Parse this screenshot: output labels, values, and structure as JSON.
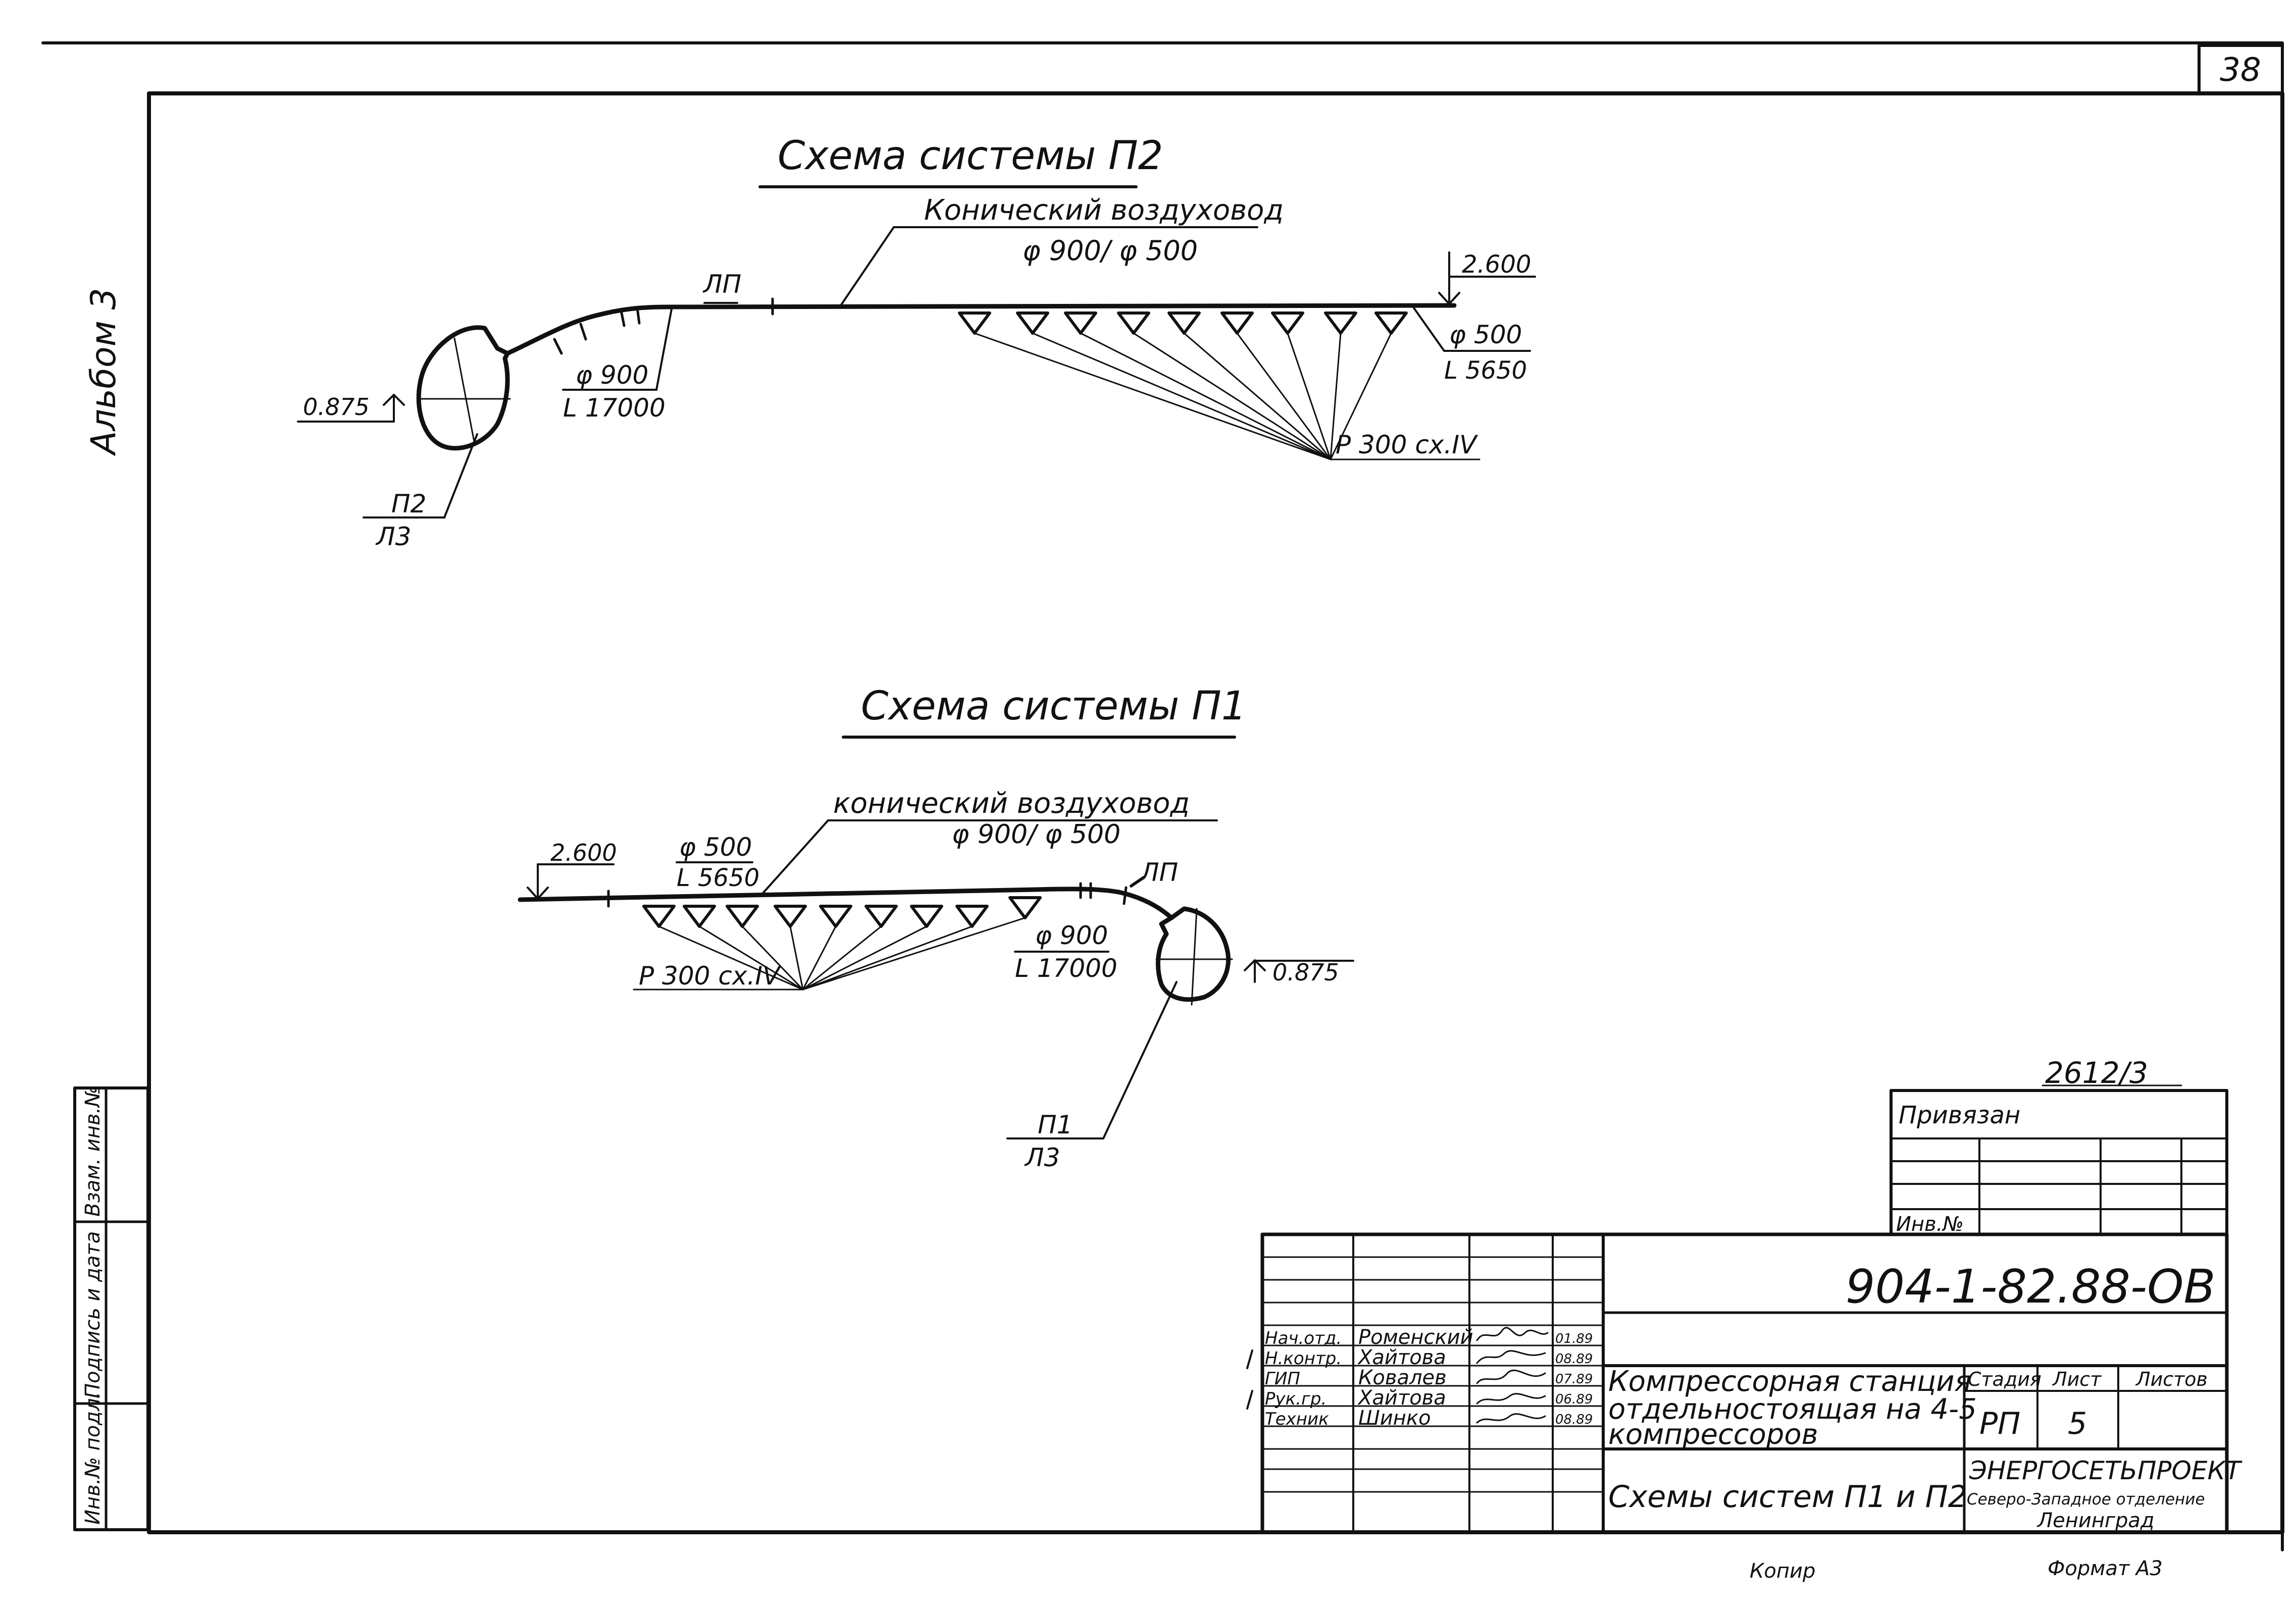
{
  "page_number": "38",
  "album_label": "Альбом 3",
  "schemes": {
    "p2": {
      "title": "Схема системы П2",
      "duct_label": "Конический воздуховод",
      "duct_sizes": "φ 900/ φ 500",
      "lp_label": "ЛП",
      "elev_top": "2.600",
      "elev_fan": "0.875",
      "end_dia": "φ 500",
      "end_len": "L 5650",
      "mid_dia": "φ 900",
      "mid_len": "L 17000",
      "diffuser_label": "Р 300 сх.IV",
      "fan_name": "П2",
      "fan_sheet": "Л3"
    },
    "p1": {
      "title": "Схема системы П1",
      "duct_label": "конический воздуховод",
      "duct_sizes": "φ 900/ φ 500",
      "lp_label": "ЛП",
      "elev_top": "2.600",
      "elev_fan": "0.875",
      "end_dia": "φ 500",
      "end_len": "L 5650",
      "mid_dia": "φ 900",
      "mid_len": "L 17000",
      "diffuser_label": "Р 300 сх.IV",
      "fan_name": "П1",
      "fan_sheet": "Л3"
    }
  },
  "side_stamp": {
    "col1": "Инв.№ подл.",
    "col2": "Подпись и дата",
    "col3": "Взам. инв.№"
  },
  "title_block": {
    "ref_number": "2612/3",
    "privyazan": "Привязан",
    "inv_no": "Инв.№",
    "doc_code": "904-1-82.88-ОВ",
    "roles": [
      {
        "role": "Нач.отд.",
        "name": "Роменский",
        "date": "01.89"
      },
      {
        "role": "Н.контр.",
        "name": "Хайтова",
        "date": "08.89"
      },
      {
        "role": "ГИП",
        "name": "Ковалев",
        "date": "07.89"
      },
      {
        "role": "Рук.гр.",
        "name": "Хайтова",
        "date": "06.89"
      },
      {
        "role": "Техник",
        "name": "Шинко",
        "date": "08.89"
      }
    ],
    "project_line1": "Компрессорная станция",
    "project_line2": "отдельностоящая на 4-5",
    "project_line3": "компрессоров",
    "sheet_title": "Схемы систем П1 и П2",
    "stage_label": "Стадия",
    "sheet_label": "Лист",
    "sheets_label": "Листов",
    "stage_value": "РП",
    "sheet_value": "5",
    "org_line1": "ЭНЕРГОСЕТЬПРОЕКТ",
    "org_line2": "Северо-Западное отделение",
    "org_line3": "Ленинград"
  },
  "footer": {
    "copied": "Копир",
    "format": "Формат А3"
  }
}
